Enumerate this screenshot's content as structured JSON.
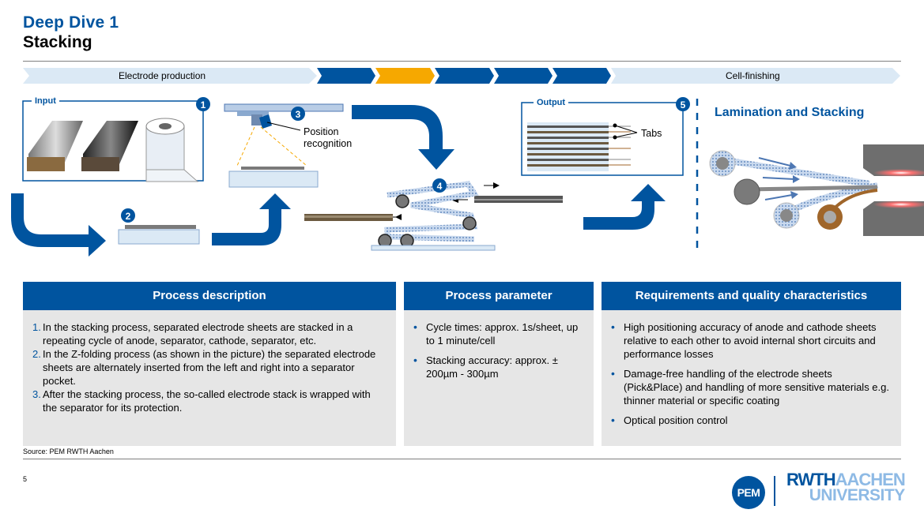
{
  "header": {
    "title": "Deep Dive 1",
    "subtitle": "Stacking"
  },
  "process_chain": {
    "left_label": "Electrode production",
    "right_label": "Cell-finishing"
  },
  "diagram": {
    "input_label": "Input",
    "output_label": "Output",
    "position_recognition": "Position recognition",
    "tabs_label": "Tabs",
    "steps": [
      "1",
      "2",
      "3",
      "4",
      "5"
    ],
    "lamination_title": "Lamination and Stacking"
  },
  "panels": {
    "description": {
      "heading": "Process description",
      "items": [
        {
          "num": "1.",
          "text": "In the stacking process, separated electrode sheets are stacked in a repeating cycle of anode, separator, cathode, separator, etc."
        },
        {
          "num": "2.",
          "text": "In the Z-folding process (as shown in the picture) the separated electrode sheets are alternately inserted from the left and right into a separator pocket."
        },
        {
          "num": "3.",
          "text": "After the stacking process, the so-called electrode stack is wrapped with the separator for its protection."
        }
      ]
    },
    "parameter": {
      "heading": "Process parameter",
      "items": [
        "Cycle times: approx. 1s/sheet, up to 1 minute/cell",
        "Stacking accuracy: approx. ± 200µm - 300µm"
      ]
    },
    "requirements": {
      "heading": "Requirements and quality characteristics",
      "items": [
        "High positioning accuracy of anode and cathode sheets relative to each other to avoid internal short circuits and performance losses",
        "Damage-free handling of the electrode sheets (Pick&Place) and handling of more sensitive materials e.g. thinner material or specific coating",
        "Optical position control"
      ]
    }
  },
  "footer": {
    "source": "Source: PEM RWTH Aachen",
    "page_number": "5",
    "logo_pem": "PEM",
    "logo_rwth": "RWTH",
    "logo_aachen": "AACHEN",
    "logo_university": "UNIVERSITY"
  },
  "colors": {
    "brand_blue": "#00549f",
    "highlight_orange": "#f6a800",
    "light_blue": "#dbe9f5",
    "panel_grey": "#e6e6e6"
  }
}
